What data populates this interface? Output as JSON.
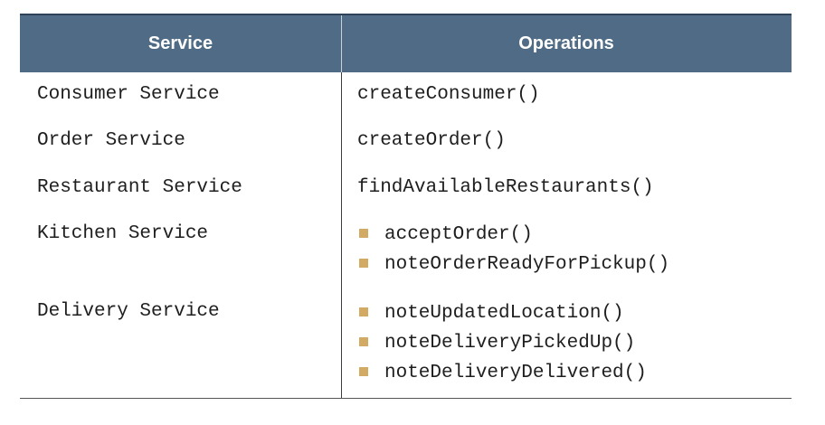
{
  "table": {
    "headers": {
      "service": "Service",
      "operations": "Operations"
    },
    "rows": [
      {
        "service": "Consumer Service",
        "operations": [
          "createConsumer()"
        ]
      },
      {
        "service": "Order Service",
        "operations": [
          "createOrder()"
        ]
      },
      {
        "service": "Restaurant Service",
        "operations": [
          "findAvailableRestaurants()"
        ]
      },
      {
        "service": "Kitchen Service",
        "operations": [
          "acceptOrder()",
          "noteOrderReadyForPickup()"
        ]
      },
      {
        "service": "Delivery Service",
        "operations": [
          "noteUpdatedLocation()",
          "noteDeliveryPickedUp()",
          "noteDeliveryDelivered()"
        ]
      }
    ]
  },
  "colors": {
    "header_background": "#4f6b85",
    "header_text": "#ffffff",
    "bullet": "#d3aa63"
  },
  "icons": {
    "bullet": "square-bullet-icon"
  }
}
